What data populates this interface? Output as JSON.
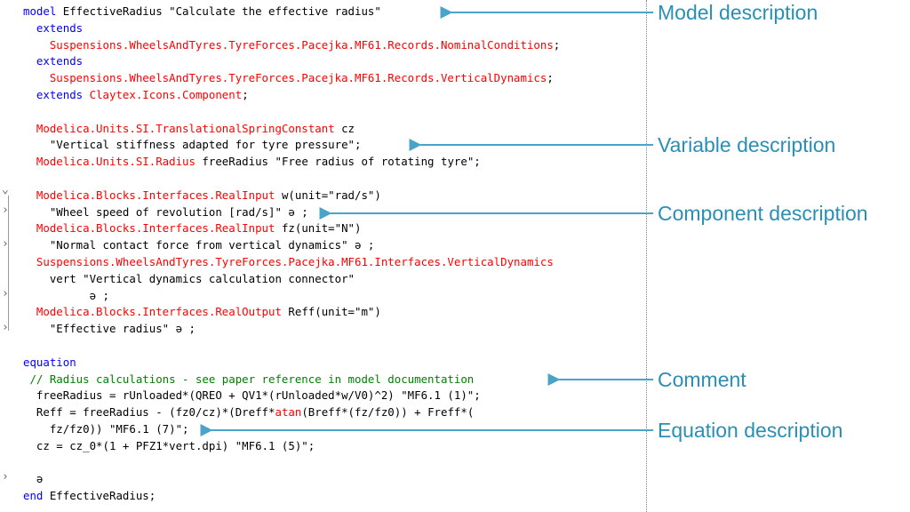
{
  "colors": {
    "keyword": "#0000ff",
    "type": "#ff0000",
    "string": "#000000",
    "comment": "#008000",
    "callout": "#2a8fb5"
  },
  "code": {
    "lines": [
      [
        {
          "t": "model ",
          "c": "kw"
        },
        {
          "t": "EffectiveRadius ",
          "c": "plain"
        },
        {
          "t": "\"Calculate the effective radius\"",
          "c": "str"
        }
      ],
      [
        {
          "t": "  extends",
          "c": "kw"
        }
      ],
      [
        {
          "t": "    Suspensions.WheelsAndTyres.TyreForces.Pacejka.MF61.Records.NominalConditions",
          "c": "ty"
        },
        {
          "t": ";",
          "c": "plain"
        }
      ],
      [
        {
          "t": "  extends",
          "c": "kw"
        }
      ],
      [
        {
          "t": "    Suspensions.WheelsAndTyres.TyreForces.Pacejka.MF61.Records.VerticalDynamics",
          "c": "ty"
        },
        {
          "t": ";",
          "c": "plain"
        }
      ],
      [
        {
          "t": "  extends ",
          "c": "kw"
        },
        {
          "t": "Claytex.Icons.Component",
          "c": "ty"
        },
        {
          "t": ";",
          "c": "plain"
        }
      ],
      [
        {
          "t": "",
          "c": "plain"
        }
      ],
      [
        {
          "t": "  Modelica.Units.SI.TranslationalSpringConstant ",
          "c": "ty"
        },
        {
          "t": "cz",
          "c": "plain"
        }
      ],
      [
        {
          "t": "    \"Vertical stiffness adapted for tyre pressure\";",
          "c": "str"
        }
      ],
      [
        {
          "t": "  Modelica.Units.SI.Radius ",
          "c": "ty"
        },
        {
          "t": "freeRadius ",
          "c": "plain"
        },
        {
          "t": "\"Free radius of rotating tyre\";",
          "c": "str"
        }
      ],
      [
        {
          "t": "",
          "c": "plain"
        }
      ],
      [
        {
          "t": "  Modelica.Blocks.Interfaces.RealInput ",
          "c": "ty"
        },
        {
          "t": "w(unit=\"rad/s\")",
          "c": "plain"
        }
      ],
      [
        {
          "t": "    \"Wheel speed of revolution [rad/s]\" ə ;",
          "c": "str"
        }
      ],
      [
        {
          "t": "  Modelica.Blocks.Interfaces.RealInput ",
          "c": "ty"
        },
        {
          "t": "fz(unit=\"N\")",
          "c": "plain"
        }
      ],
      [
        {
          "t": "    \"Normal contact force from vertical dynamics\" ə ;",
          "c": "str"
        }
      ],
      [
        {
          "t": "  Suspensions.WheelsAndTyres.TyreForces.Pacejka.MF61.Interfaces.VerticalDynamics",
          "c": "ty"
        }
      ],
      [
        {
          "t": "    vert \"Vertical dynamics calculation connector\"",
          "c": "str"
        }
      ],
      [
        {
          "t": "          ə ;",
          "c": "plain"
        }
      ],
      [
        {
          "t": "  Modelica.Blocks.Interfaces.RealOutput ",
          "c": "ty"
        },
        {
          "t": "Reff(unit=\"m\")",
          "c": "plain"
        }
      ],
      [
        {
          "t": "    \"Effective radius\" ə ;",
          "c": "str"
        }
      ],
      [
        {
          "t": "",
          "c": "plain"
        }
      ],
      [
        {
          "t": "equation",
          "c": "kw"
        }
      ],
      [
        {
          "t": " // Radius calculations - see paper reference in model documentation",
          "c": "cm"
        }
      ],
      [
        {
          "t": "  freeRadius = rUnloaded*(QREO + QV1*(rUnloaded*w/V0)^2) \"MF6.1 (1)\";",
          "c": "plain"
        }
      ],
      [
        {
          "t": "  Reff = freeRadius - (fz0/cz)*(Dreff*",
          "c": "plain"
        },
        {
          "t": "atan",
          "c": "ty"
        },
        {
          "t": "(Breff*(fz/fz0)) + Freff*(",
          "c": "plain"
        }
      ],
      [
        {
          "t": "    fz/fz0)) \"MF6.1 (7)\";",
          "c": "plain"
        }
      ],
      [
        {
          "t": "  cz = cz_0*(1 + PFZ1*vert.dpi) \"MF6.1 (5)\";",
          "c": "plain"
        }
      ],
      [
        {
          "t": "",
          "c": "plain"
        }
      ],
      [
        {
          "t": "  ə",
          "c": "plain"
        }
      ],
      [
        {
          "t": "end ",
          "c": "kw"
        },
        {
          "t": "EffectiveRadius;",
          "c": "plain"
        }
      ]
    ]
  },
  "gutter": {
    "glyphs": [
      "⌄",
      "›",
      "›",
      "›",
      "›",
      "›"
    ]
  },
  "callouts": {
    "model": "Model description",
    "variable": "Variable description",
    "component": "Component description",
    "comment": "Comment",
    "equation": "Equation description"
  }
}
